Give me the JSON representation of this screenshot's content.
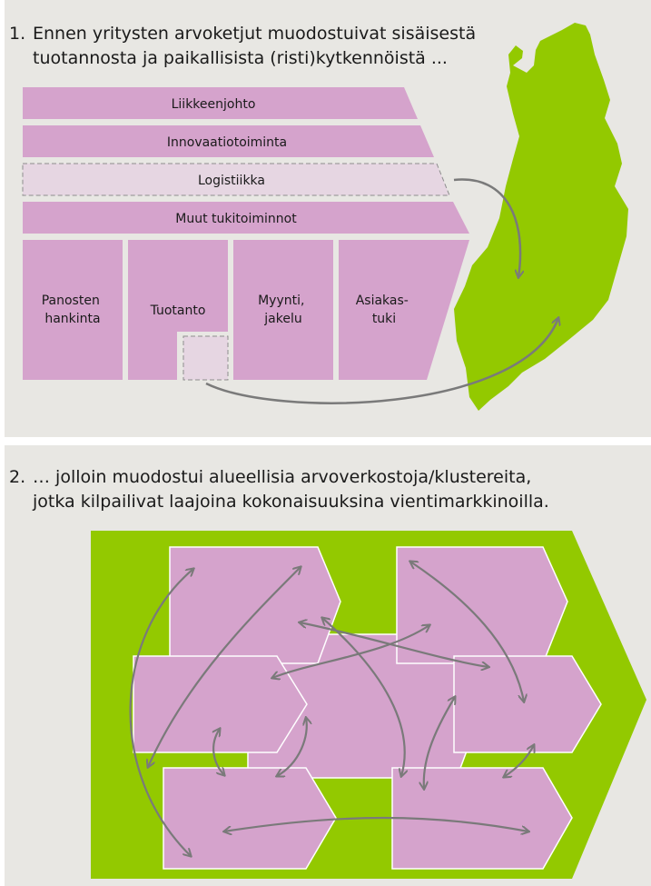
{
  "section1": {
    "number": "1.",
    "lines": [
      "Ennen yritysten arvoketjut muodostuivat sisäisestä",
      "tuotannosta ja paikallisista (risti)kytkennöistä ..."
    ],
    "support_activities": [
      "Liikkeenjohto",
      "Innovaatiotoiminta",
      "Logistiikka",
      "Muut tukitoiminnot"
    ],
    "primary_activities": [
      [
        "Panosten",
        "hankinta"
      ],
      [
        "Tuotanto"
      ],
      [
        "Myynti,",
        "jakelu"
      ],
      [
        "Asiakas-",
        "tuki"
      ]
    ]
  },
  "section2": {
    "number": "2.",
    "lines": [
      "… jolloin muodostui alueellisia arvoverkostoja/klustereita,",
      "jotka kilpailivat laajoina kokonaisuuksina vientimarkkinoilla."
    ]
  },
  "colors": {
    "panel": "#e8e7e3",
    "activity": "#d5a3cc",
    "outsourced": "#e6d6e2",
    "green": "#93c900",
    "arrow": "#7a7a7a"
  }
}
